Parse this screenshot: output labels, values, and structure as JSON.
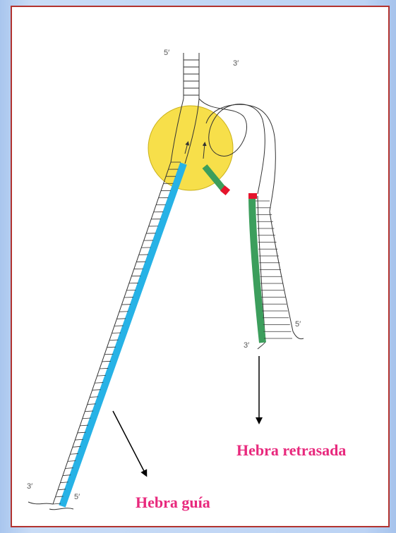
{
  "labels": {
    "top_5": "5′",
    "top_3": "3′",
    "leading_3": "3′",
    "leading_5": "5′",
    "lagging_3": "3′",
    "lagging_5": "5′"
  },
  "captions": {
    "leading": "Hebra guía",
    "lagging": "Hebra retrasada"
  },
  "colors": {
    "replisome": "#f7df4a",
    "leading_strand": "#26b2e6",
    "lagging_strand": "#3c9e5c",
    "primer": "#e5142c",
    "caption": "#e8297d",
    "frame_border": "#b3332f"
  }
}
